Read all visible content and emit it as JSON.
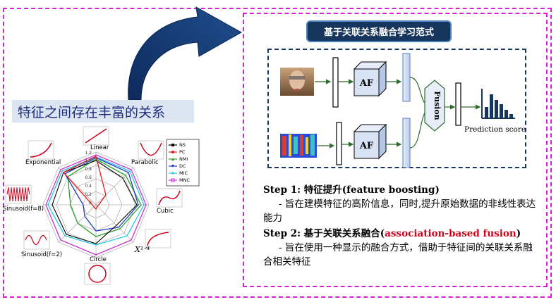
{
  "left": {
    "title": "特征之间存在丰富的关系",
    "labels": {
      "linear": "Linear",
      "parabolic": "Parabolic",
      "exponential": "Exponential",
      "cubic": "Cubic",
      "sinusoid_f8": "Sinusoid(f=8)",
      "sinusoid_f2": "Sinusoid(f=2)",
      "circle": "Circle",
      "x14": "X¹ᐟ⁴"
    },
    "axis_ticks": [
      "1.2",
      "1.0",
      "0.8",
      "0.6",
      "0.4",
      "0.2",
      "0"
    ],
    "legend": [
      "NS",
      "PC",
      "NMI",
      "DC",
      "MIC",
      "MNC"
    ],
    "colors": {
      "NS": "#000000",
      "PC": "#e41a1c",
      "NMI": "#2ca02c",
      "DC": "#1f3fbf",
      "MIC": "#22c7e6",
      "MNC": "#cc33cc"
    }
  },
  "right": {
    "title": "基于关联关系融合学习范式",
    "af1": "AF",
    "af2": "AF",
    "fusion": "Fusion",
    "prediction": "Prediction score",
    "step1_head": "Step 1: 特征提升(feature boosting)",
    "step1_desc": "- 旨在建模特征的高阶信息，同时,提升原始数据的非线性表达能力",
    "step2_head_a": "Step 2: 基于关联关系融合(",
    "step2_head_red": "association-based fusion",
    "step2_head_b": ")",
    "step2_desc": "-  旨在使用一种显示的融合方式，借助于特征间的关联关系融合相关特征"
  }
}
